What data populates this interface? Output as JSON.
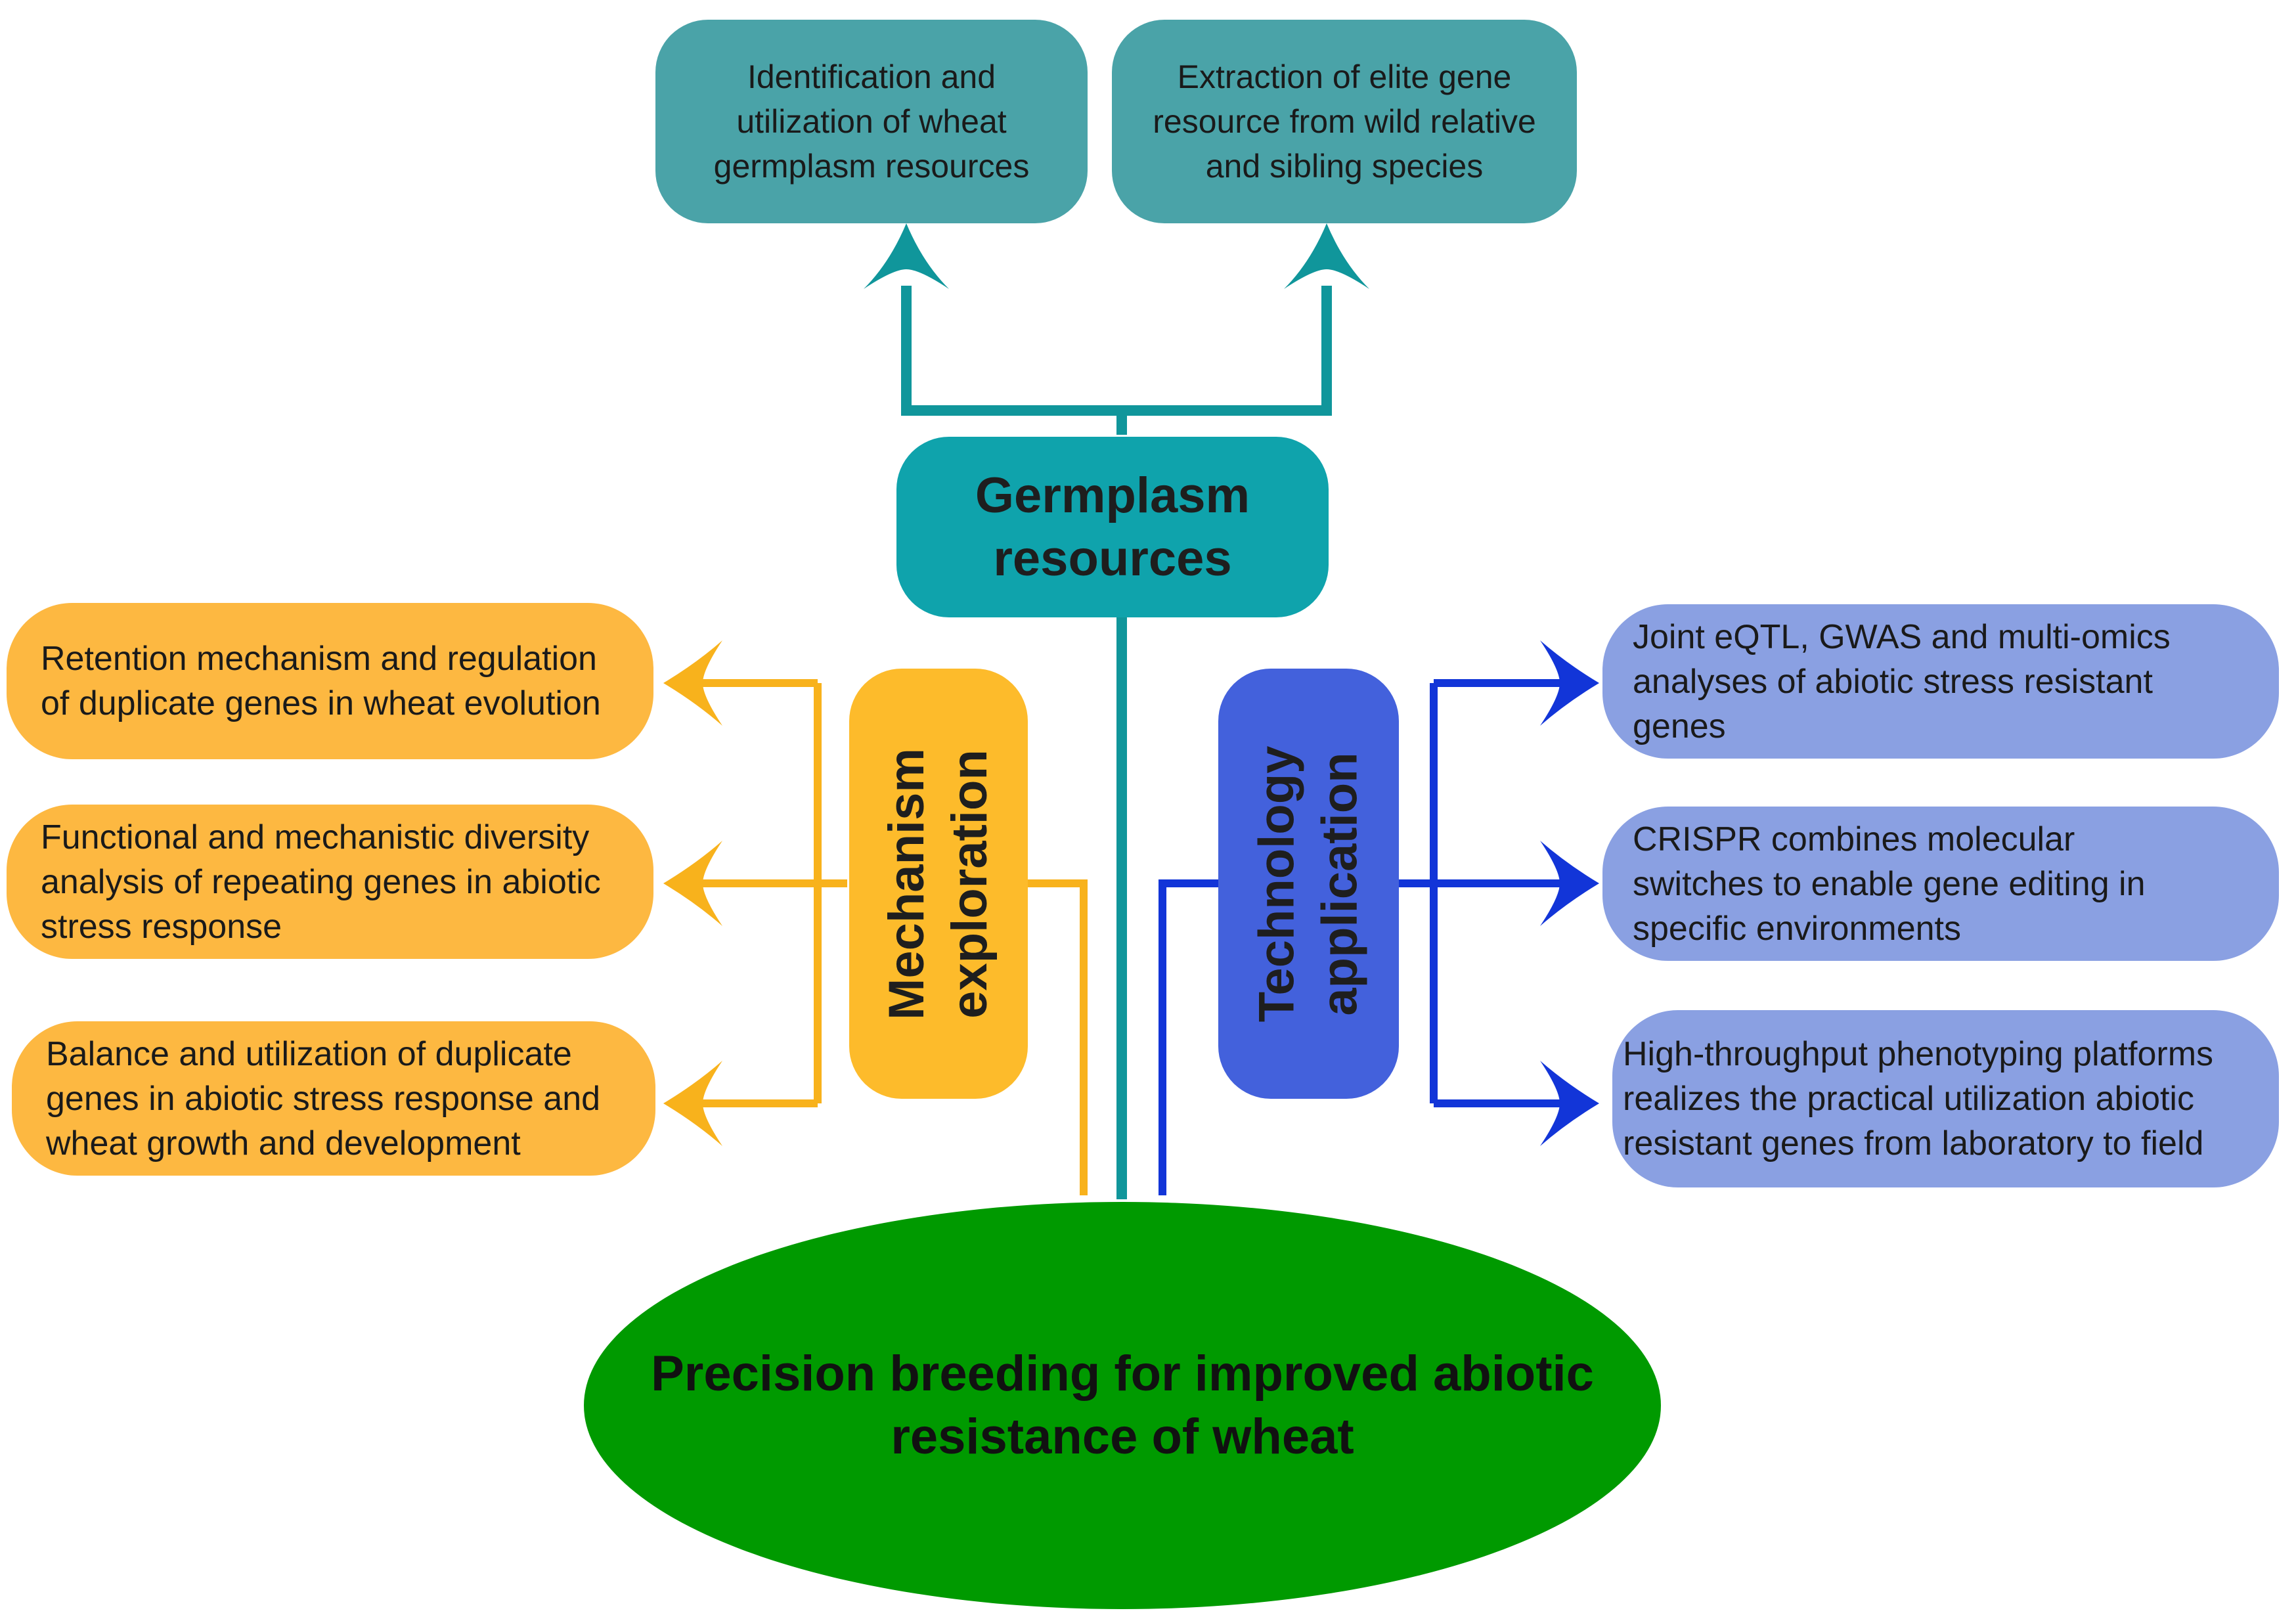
{
  "colors": {
    "teal_box": "#4aa3a8",
    "teal_hub": "#0fa3ac",
    "teal_line": "#10969b",
    "orange_box": "#fdb841",
    "orange_hub": "#fdbb2b",
    "orange_line": "#f8b21c",
    "blue_box": "#8aa0e2",
    "blue_hub": "#4361dc",
    "blue_line": "#1235d8",
    "green_goal": "#009a00"
  },
  "germplasm": {
    "title": [
      "Germplasm",
      "resources"
    ],
    "targets": [
      [
        "Identification and",
        "utilization of wheat",
        "germplasm resources"
      ],
      [
        "Extraction of elite gene",
        "resource from wild relative",
        "and sibling species"
      ]
    ]
  },
  "mechanism": {
    "title": "Mechanism\nexploration",
    "items": [
      [
        "Retention mechanism and regulation",
        "of duplicate genes in wheat evolution"
      ],
      [
        "Functional and mechanistic diversity",
        "analysis of repeating genes in abiotic",
        "stress response"
      ],
      [
        "Balance and utilization of duplicate",
        "genes in abiotic stress response and",
        "wheat growth and development"
      ]
    ]
  },
  "technology": {
    "title": "Technology\napplication",
    "items": [
      [
        "Joint eQTL, GWAS and multi-omics",
        "analyses of abiotic stress resistant",
        "genes"
      ],
      [
        "CRISPR combines molecular",
        "switches to enable gene editing in",
        "specific environments"
      ],
      [
        "High-throughput phenotyping platforms",
        "realizes the practical utilization abiotic",
        "resistant genes from laboratory to field"
      ]
    ]
  },
  "goal": [
    "Precision breeding for improved",
    "abiotic resistance of wheat"
  ]
}
